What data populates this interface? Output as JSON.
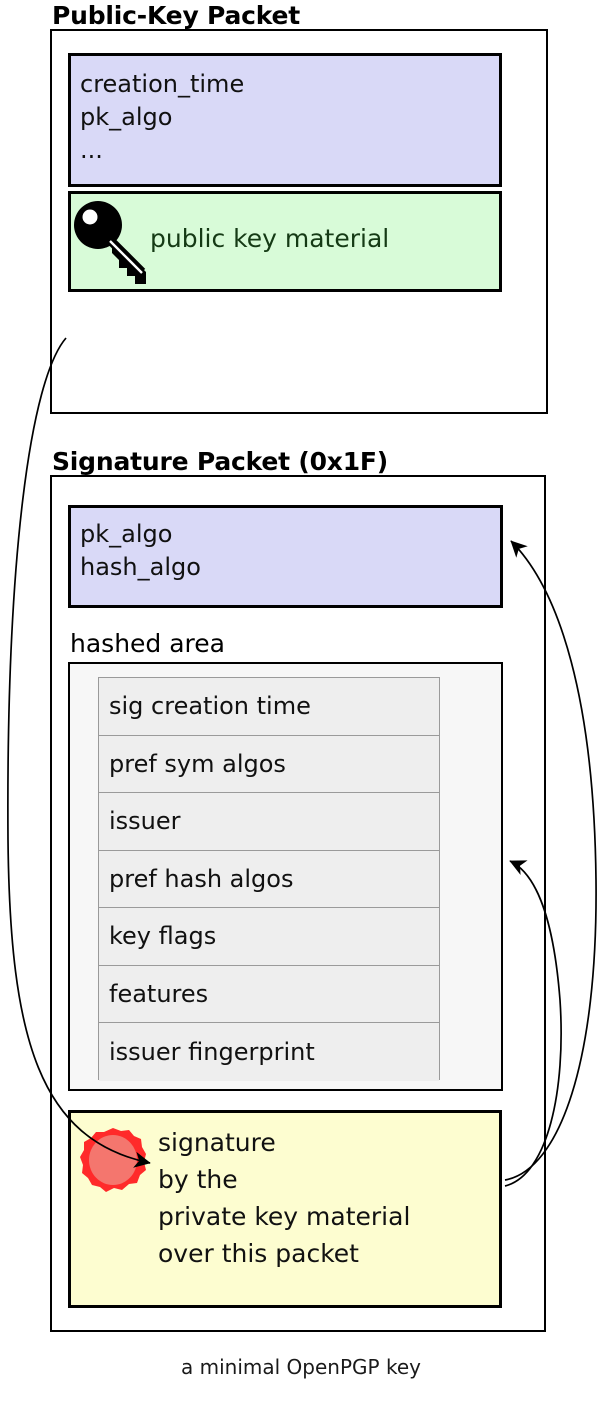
{
  "diagram": {
    "caption": "a minimal OpenPGP key",
    "colors": {
      "meta_field": "#d9d9f7",
      "key_material_field": "#d8fbd8",
      "signature_field": "#fdfdd0",
      "hashed_area": "#f7f7f7",
      "subpacket_row": "#eeeeee",
      "seal_outer": "#ff2a2a",
      "seal_inner": "#f4766e",
      "stroke": "#000000"
    }
  },
  "public_key_packet": {
    "title": "Public-Key Packet",
    "meta_field": {
      "lines": [
        "creation_time",
        "pk_algo",
        "..."
      ],
      "text": "creation_time\npk_algo\n..."
    },
    "key_material_field": {
      "label": "public key material",
      "icon": "key-icon"
    }
  },
  "signature_packet": {
    "title": "Signature Packet (0x1F)",
    "algos_field": {
      "lines": [
        "pk_algo",
        "hash_algo"
      ],
      "text": "pk_algo\nhash_algo"
    },
    "hashed_area": {
      "label": "hashed area",
      "subpackets": [
        "sig creation time",
        "pref sym algos",
        "issuer",
        "pref hash algos",
        "key flags",
        "features",
        "issuer fingerprint"
      ]
    },
    "signature_field": {
      "lines": [
        "signature",
        "by the",
        "private key material",
        "over this packet"
      ],
      "text": "signature\nby the\nprivate key material\nover this packet",
      "icon": "wax-seal-icon"
    }
  },
  "arrows": [
    {
      "name": "pubkey-to-signature",
      "from": "public-key-packet",
      "to": "signature-field"
    },
    {
      "name": "signature-to-algos",
      "from": "signature-field",
      "to": "signature-algos-field"
    },
    {
      "name": "signature-to-hashed-area",
      "from": "signature-field",
      "to": "hashed-area"
    }
  ]
}
